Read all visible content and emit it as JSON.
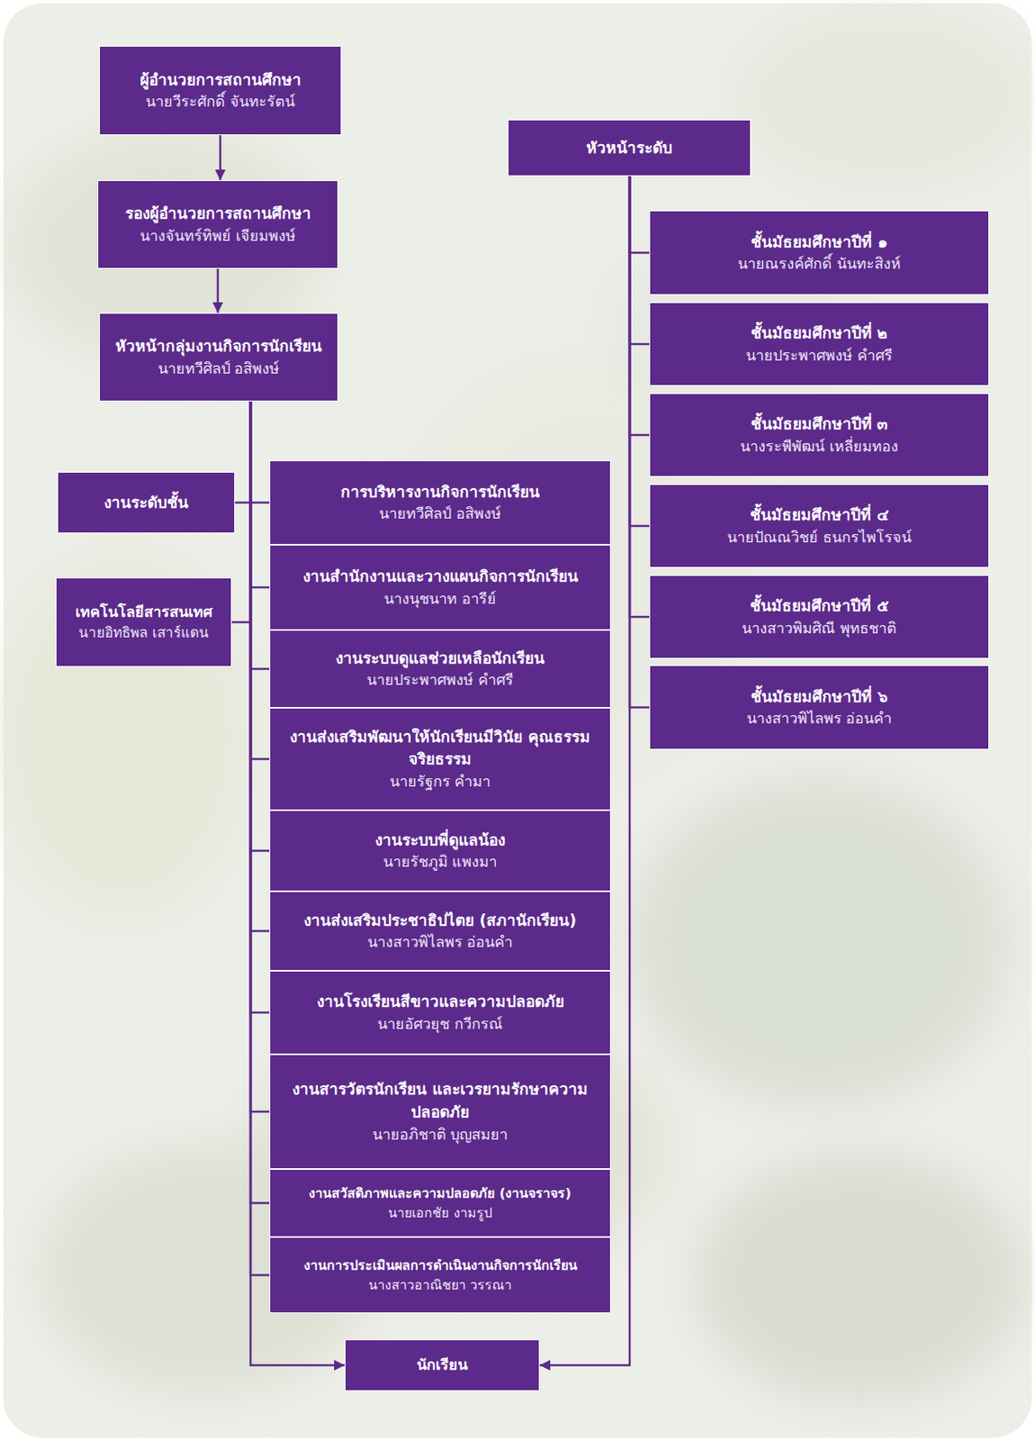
{
  "diagram": {
    "nodes": [
      {
        "text": [
          "ผู้อำนวยการสถานศึกษา",
          "นายวีระศักดิ์ จันทะรัตน์"
        ]
      },
      {
        "text": [
          "รองผู้อำนวยการสถานศึกษา",
          "นางจันทร์ทิพย์ เจียมพงษ์"
        ]
      },
      {
        "text": [
          "หัวหน้ากลุ่มงานกิจการนักเรียน",
          "นายทวีศิลป์ อสิพงษ์"
        ]
      },
      {
        "text": [
          "หัวหน้าระดับ"
        ]
      },
      {
        "text": [
          "ชั้นมัธยมศึกษาปีที่ ๑",
          "นายณรงค์ศักดิ์ นันทะสิงห์"
        ]
      },
      {
        "text": [
          "ชั้นมัธยมศึกษาปีที่ ๒",
          "นายประพาศพงษ์ คำศรี"
        ]
      },
      {
        "text": [
          "ชั้นมัธยมศึกษาปีที่ ๓",
          "นางระพีพัฒน์ เหลี่ยมทอง"
        ]
      },
      {
        "text": [
          "ชั้นมัธยมศึกษาปีที่ ๔",
          "นายปัณณวิชย์ ธนกรไพโรจน์"
        ]
      },
      {
        "text": [
          "ชั้นมัธยมศึกษาปีที่ ๕",
          "นางสาวพิมศิณี พุทธชาติ"
        ]
      },
      {
        "text": [
          "ชั้นมัธยมศึกษาปีที่ ๖",
          "นางสาวพิไลพร อ่อนคำ"
        ]
      },
      {
        "text": [
          "งานระดับชั้น"
        ]
      },
      {
        "text": [
          "เทคโนโลยีสารสนเทศ",
          "นายอิทธิพล เสาร์แดน"
        ]
      },
      {
        "text": [
          "การบริหารงานกิจการนักเรียน",
          "นายทวีศิลป์ อสิพงษ์"
        ]
      },
      {
        "text": [
          "งานสำนักงานและวางแผนกิจการนักเรียน",
          "นางนุชนาท อารีย์"
        ]
      },
      {
        "text": [
          "งานระบบดูแลช่วยเหลือนักเรียน",
          "นายประพาศพงษ์ คำศรี"
        ]
      },
      {
        "text": [
          "งานส่งเสริมพัฒนาให้นักเรียนมีวินัย คุณธรรม จริยธรรม",
          "นายรัฐกร คำมา"
        ]
      },
      {
        "text": [
          "งานระบบพี่ดูแลน้อง",
          "นายรัชภูมิ แพงมา"
        ]
      },
      {
        "text": [
          "งานส่งเสริมประชาธิปไตย (สภานักเรียน)",
          "นางสาวพิไลพร อ่อนคำ"
        ]
      },
      {
        "text": [
          "งานโรงเรียนสีขาวและความปลอดภัย",
          "นายอัศวยุช กวีกรณ์"
        ]
      },
      {
        "text": [
          "งานสารวัตรนักเรียน และเวรยามรักษาความปลอดภัย",
          "นายอภิชาติ บุญสมยา"
        ]
      },
      {
        "text": [
          "งานสวัสดิภาพและความปลอดภัย (งานจราจร)",
          "นายเอกชัย งามรูป"
        ]
      },
      {
        "text": [
          "งานการประเมินผลการดำเนินงานกิจการนักเรียน",
          "นางสาวอาณิชยา วรรณา"
        ]
      },
      {
        "text": [
          "นักเรียน"
        ]
      }
    ],
    "edges": [
      {
        "from": 0,
        "to": 1,
        "arrow": "to"
      },
      {
        "from": 1,
        "to": 2,
        "arrow": "to"
      },
      {
        "from": 2,
        "to": 10,
        "arrow": "none"
      },
      {
        "from": 2,
        "to": 11,
        "arrow": "none"
      },
      {
        "from": 2,
        "to": 12,
        "arrow": "none"
      },
      {
        "from": 2,
        "to": 13,
        "arrow": "none"
      },
      {
        "from": 2,
        "to": 14,
        "arrow": "none"
      },
      {
        "from": 2,
        "to": 15,
        "arrow": "none"
      },
      {
        "from": 2,
        "to": 16,
        "arrow": "none"
      },
      {
        "from": 2,
        "to": 17,
        "arrow": "none"
      },
      {
        "from": 2,
        "to": 18,
        "arrow": "none"
      },
      {
        "from": 2,
        "to": 19,
        "arrow": "none"
      },
      {
        "from": 2,
        "to": 20,
        "arrow": "none"
      },
      {
        "from": 2,
        "to": 21,
        "arrow": "none"
      },
      {
        "from": 2,
        "to": 22,
        "arrow": "to"
      },
      {
        "from": 3,
        "to": 4,
        "arrow": "none"
      },
      {
        "from": 3,
        "to": 5,
        "arrow": "none"
      },
      {
        "from": 3,
        "to": 6,
        "arrow": "none"
      },
      {
        "from": 3,
        "to": 7,
        "arrow": "none"
      },
      {
        "from": 3,
        "to": 8,
        "arrow": "none"
      },
      {
        "from": 3,
        "to": 9,
        "arrow": "none"
      },
      {
        "from": 3,
        "to": 22,
        "arrow": "to"
      }
    ]
  }
}
